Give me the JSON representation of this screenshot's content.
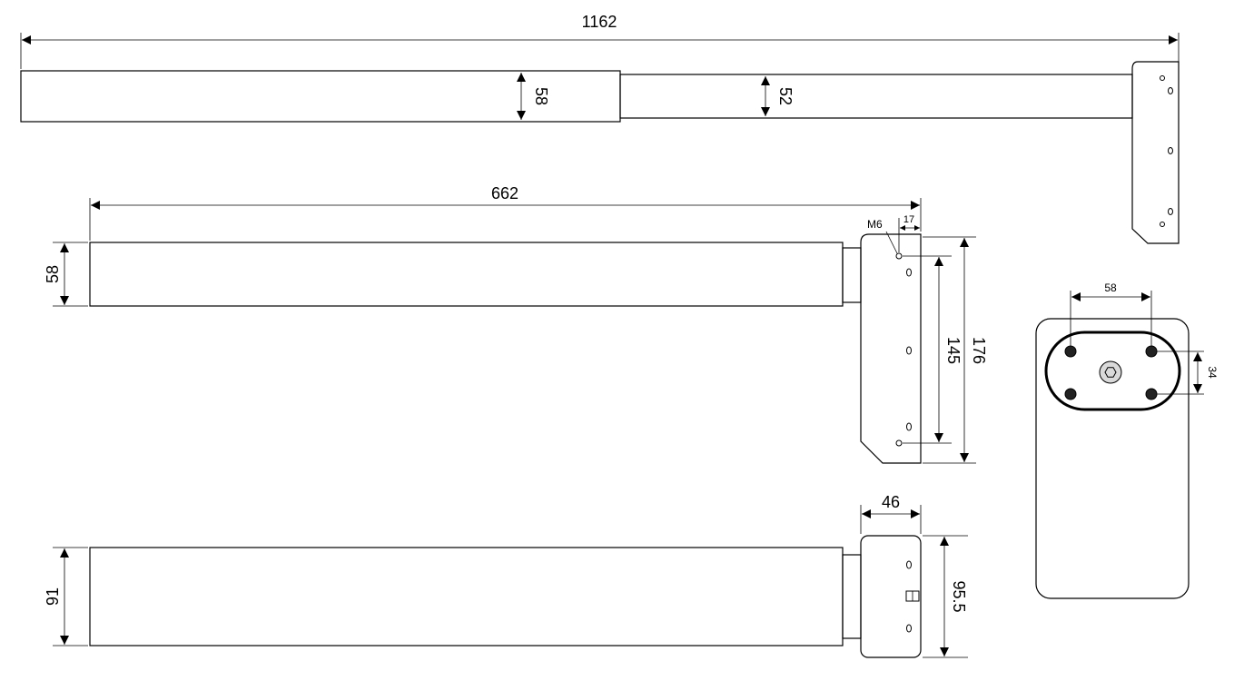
{
  "dimensions": {
    "overall_length": "1162",
    "outer_tube_height_side": "58",
    "inner_tube_height_side": "52",
    "retracted_length": "662",
    "outer_tube_height_mid": "58",
    "thread": "M6",
    "bracket_offset": "17",
    "hole_spacing": "145",
    "bracket_height": "176",
    "foot_width": "58",
    "bolt_spacing": "34",
    "bracket_depth": "46",
    "tube_depth": "91",
    "bracket_depth_vertical": "95.5"
  }
}
